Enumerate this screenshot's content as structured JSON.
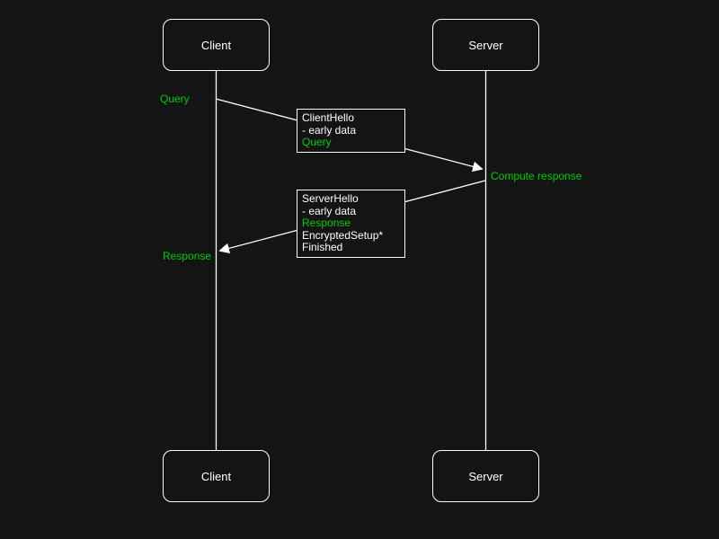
{
  "theme": {
    "background": "#141414",
    "line_color": "#ffffff",
    "accent_green": "#00cc00"
  },
  "actors": {
    "client_top": "Client",
    "server_top": "Server",
    "client_bottom": "Client",
    "server_bottom": "Server"
  },
  "annotations": {
    "query": "Query",
    "compute_response": "Compute response",
    "response": "Response"
  },
  "messages": {
    "client_hello": {
      "lines": [
        {
          "text": "ClientHello",
          "color": "white"
        },
        {
          "text": "- early data",
          "color": "white"
        },
        {
          "text": "Query",
          "color": "green"
        }
      ]
    },
    "server_hello": {
      "lines": [
        {
          "text": "ServerHello",
          "color": "white"
        },
        {
          "text": "- early data",
          "color": "white"
        },
        {
          "text": "Response",
          "color": "green"
        },
        {
          "text": "EncryptedSetup*",
          "color": "white"
        },
        {
          "text": "Finished",
          "color": "white"
        }
      ]
    }
  }
}
